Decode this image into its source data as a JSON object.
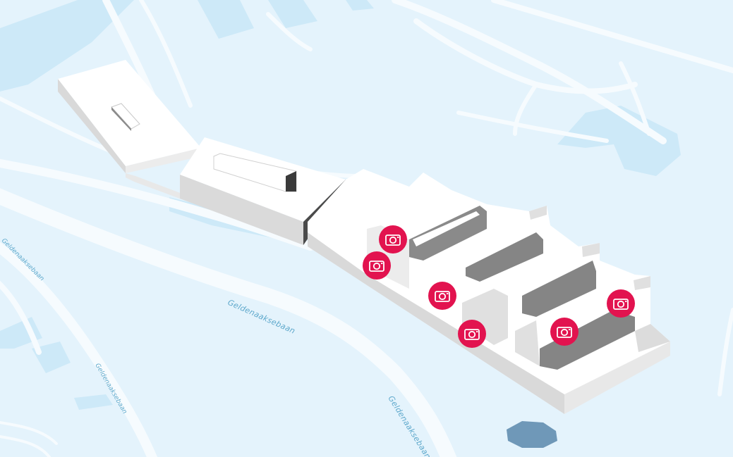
{
  "map": {
    "colors": {
      "background": "#e4f3fc",
      "road": "#f6fbfe",
      "block": "#cde9f8",
      "building_top": "#ffffff",
      "building_side": "#d9d9d9",
      "building_dark": "#8a8a8a",
      "pin": "#e2134f",
      "pond": "#6f98b8"
    },
    "street_labels": {
      "main": "Geldenaaksebaan",
      "right_branch": "Geldenaaksebaan",
      "lower_left": "Geldenaaksebaan",
      "far_left": "Geldenaaksebaan"
    },
    "photo_pins": [
      {
        "icon": "camera-icon"
      },
      {
        "icon": "camera-icon"
      },
      {
        "icon": "camera-icon"
      },
      {
        "icon": "camera-icon"
      },
      {
        "icon": "camera-icon"
      },
      {
        "icon": "camera-icon"
      }
    ]
  }
}
